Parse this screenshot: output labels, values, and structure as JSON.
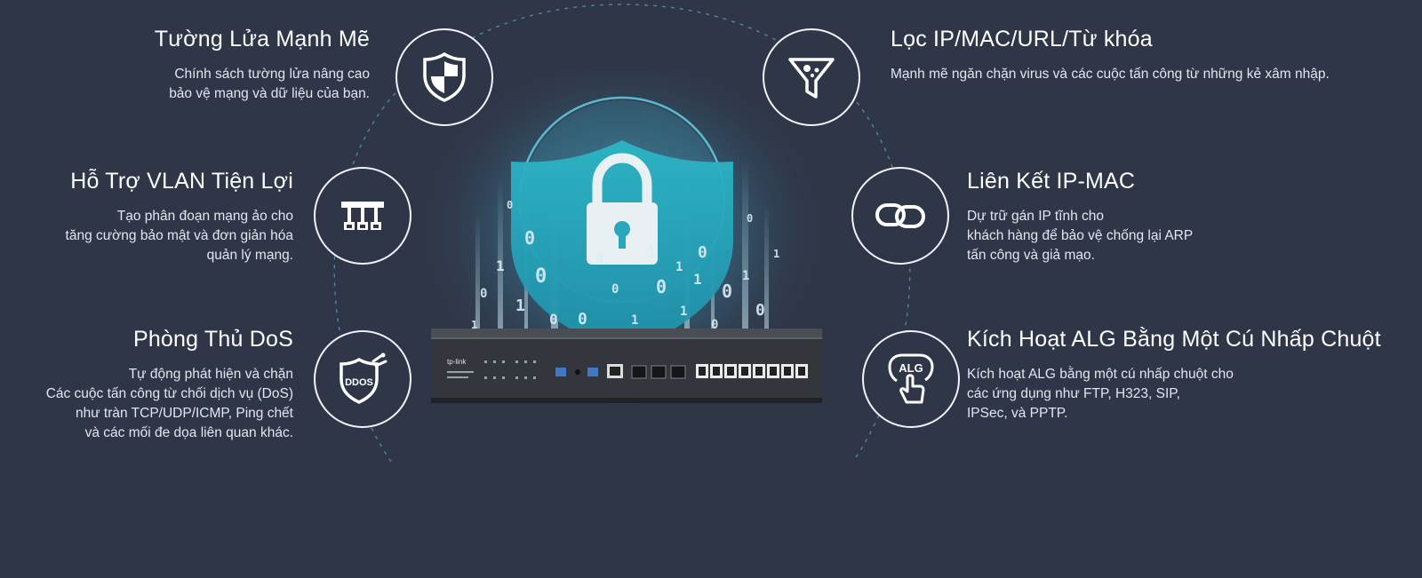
{
  "features": [
    {
      "id": "firewall",
      "title": "Tường Lửa Mạnh Mẽ",
      "desc": [
        "Chính sách tường lửa nâng cao",
        "bảo vệ mạng và dữ liệu của bạn."
      ],
      "icon": "shield-icon"
    },
    {
      "id": "vlan",
      "title": "Hỗ Trợ VLAN Tiện Lợi",
      "desc": [
        "Tạo phân đoạn mạng ảo cho",
        "tăng cường bảo mật và đơn giản hóa",
        "quản lý mạng."
      ],
      "icon": "vlan-network-icon"
    },
    {
      "id": "dos",
      "title": "Phòng Thủ DoS",
      "desc": [
        "Tự động phát hiện và chặn",
        "Các cuộc tấn công từ chối dịch vụ (DoS)",
        "như tràn TCP/UDP/ICMP, Ping chết",
        "và các mối đe dọa liên quan khác."
      ],
      "icon": "ddos-shield-icon",
      "icon_text": "DDOS"
    },
    {
      "id": "filter",
      "title": "Lọc IP/MAC/URL/Từ khóa",
      "desc": [
        "Mạnh mẽ ngăn chặn virus và các cuộc tấn công từ những kẻ xâm nhập."
      ],
      "icon": "filter-funnel-icon"
    },
    {
      "id": "ipmac",
      "title": "Liên Kết IP-MAC",
      "desc": [
        "Dự trữ gán IP tĩnh cho",
        "khách hàng để bảo vệ chống lại ARP",
        "tấn công và giả mạo."
      ],
      "icon": "chain-link-icon"
    },
    {
      "id": "alg",
      "title": "Kích Hoạt ALG Bằng Một Cú Nhấp Chuột",
      "desc": [
        "Kích hoạt ALG bằng một cú nhấp chuột cho",
        "các ứng dụng như FTP, H323, SIP,",
        "IPSec, và PPTP."
      ],
      "icon": "alg-click-icon",
      "icon_text": "ALG"
    }
  ],
  "device": {
    "brand": "tp-link",
    "icon": "router-device-icon"
  },
  "center_icon": "padlock-shield-icon",
  "colors": {
    "background": "#2f3647",
    "accent": "#2fb4c6",
    "text": "#ffffff",
    "text_muted": "#e2e6ee"
  }
}
